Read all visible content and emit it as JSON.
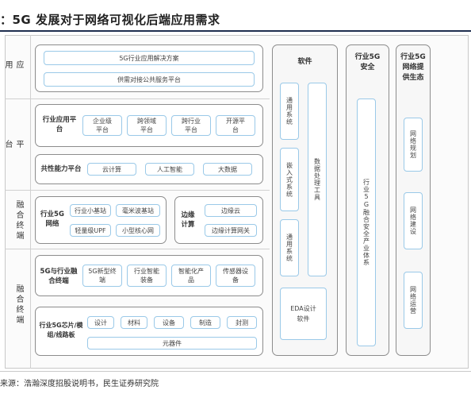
{
  "title": "：5G 发展对于网络可视化后端应用需求",
  "source": "来源：浩瀚深度招股说明书，民生证券研究院",
  "rows": {
    "app": "应用",
    "platform": "平台",
    "convergence1": "融合终端",
    "convergence2": "融合终端"
  },
  "app_layer": {
    "items": [
      "5G行业应用解决方案",
      "供需对接公共服务平台"
    ]
  },
  "platform_layer": {
    "industry_label": "行业应用平台",
    "industry_items": [
      "企业级平台",
      "跨领域平台",
      "跨行业平台",
      "开源平台"
    ],
    "capability_label": "共性能力平台",
    "capability_items": [
      "云计算",
      "人工智能",
      "大数据"
    ]
  },
  "network_layer": {
    "label": "行业5G网络",
    "items": [
      "行业小基站",
      "毫米波基站",
      "轻量级UPF",
      "小型核心网"
    ],
    "edge_label": "边缘计算",
    "edge_items": [
      "边缘云",
      "边缘计算网关"
    ]
  },
  "terminal_layer": {
    "label": "5G与行业融合终端",
    "items": [
      "5G新型终端",
      "行业智能装备",
      "智能化产品",
      "传感器设备"
    ],
    "chip_label": "行业5G芯片/模组/线路板",
    "chip_items": [
      "设计",
      "材料",
      "设备",
      "制造",
      "封测"
    ],
    "component": "元器件"
  },
  "software_col": {
    "header": "软件",
    "items": [
      "通用系统",
      "嵌入式系统",
      "通用系统"
    ],
    "data_tool": "数据处理工具",
    "eda": "EDA设计软件"
  },
  "security_col": {
    "header": "行业5G安全",
    "item": "行业5G融合安全产业体系"
  },
  "ecosystem_col": {
    "header": "行业5G网络提供生态",
    "items": [
      "网络规划",
      "网络建设",
      "网络运营"
    ]
  }
}
